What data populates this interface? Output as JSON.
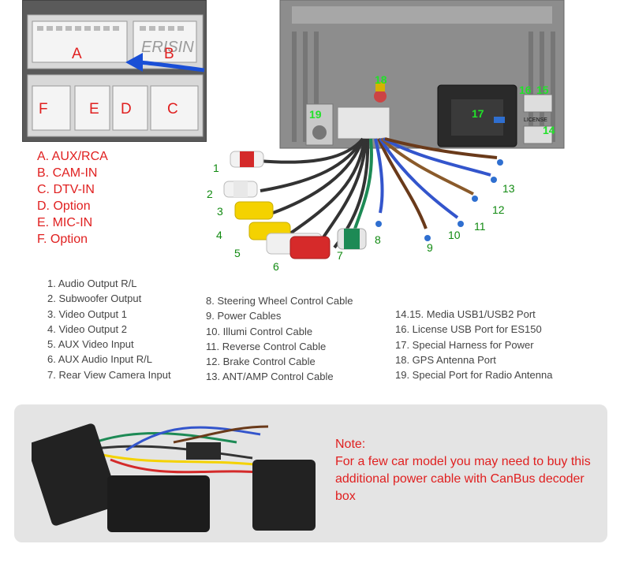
{
  "connector_letters": [
    "A",
    "B",
    "F",
    "E",
    "D",
    "C"
  ],
  "connector_legend": [
    "A. AUX/RCA",
    "B. CAM-IN",
    "C. DTV-IN",
    "D. Option",
    "E. MIC-IN",
    "F. Option"
  ],
  "cable_numbers": [
    "1",
    "2",
    "3",
    "4",
    "5",
    "6",
    "7",
    "8",
    "9",
    "10",
    "11",
    "12",
    "13"
  ],
  "unit_numbers": [
    "14",
    "15",
    "16",
    "17",
    "18",
    "19"
  ],
  "cable_list_col1": [
    "1. Audio Output R/L",
    "2. Subwoofer Output",
    "3. Video Output 1",
    "4. Video Output 2",
    "5. AUX Video Input",
    "6. AUX Audio Input R/L",
    "7. Rear View Camera Input"
  ],
  "cable_list_col2": [
    "8. Steering Wheel Control Cable",
    "9. Power Cables",
    "10. Illumi Control Cable",
    "11. Reverse Control Cable",
    "12. Brake Control Cable",
    "13. ANT/AMP Control Cable"
  ],
  "cable_list_col3": [
    "14.15. Media USB1/USB2 Port",
    "16. License USB Port for ES150",
    "17. Special Harness for Power",
    "18. GPS Antenna Port",
    "19. Special Port for Radio Antenna"
  ],
  "watermark": "ERISIN",
  "license_label": "LICENSE",
  "note_title": "Note:",
  "note_body": "For a few car model you may need to buy this additional power cable with CanBus decoder box"
}
